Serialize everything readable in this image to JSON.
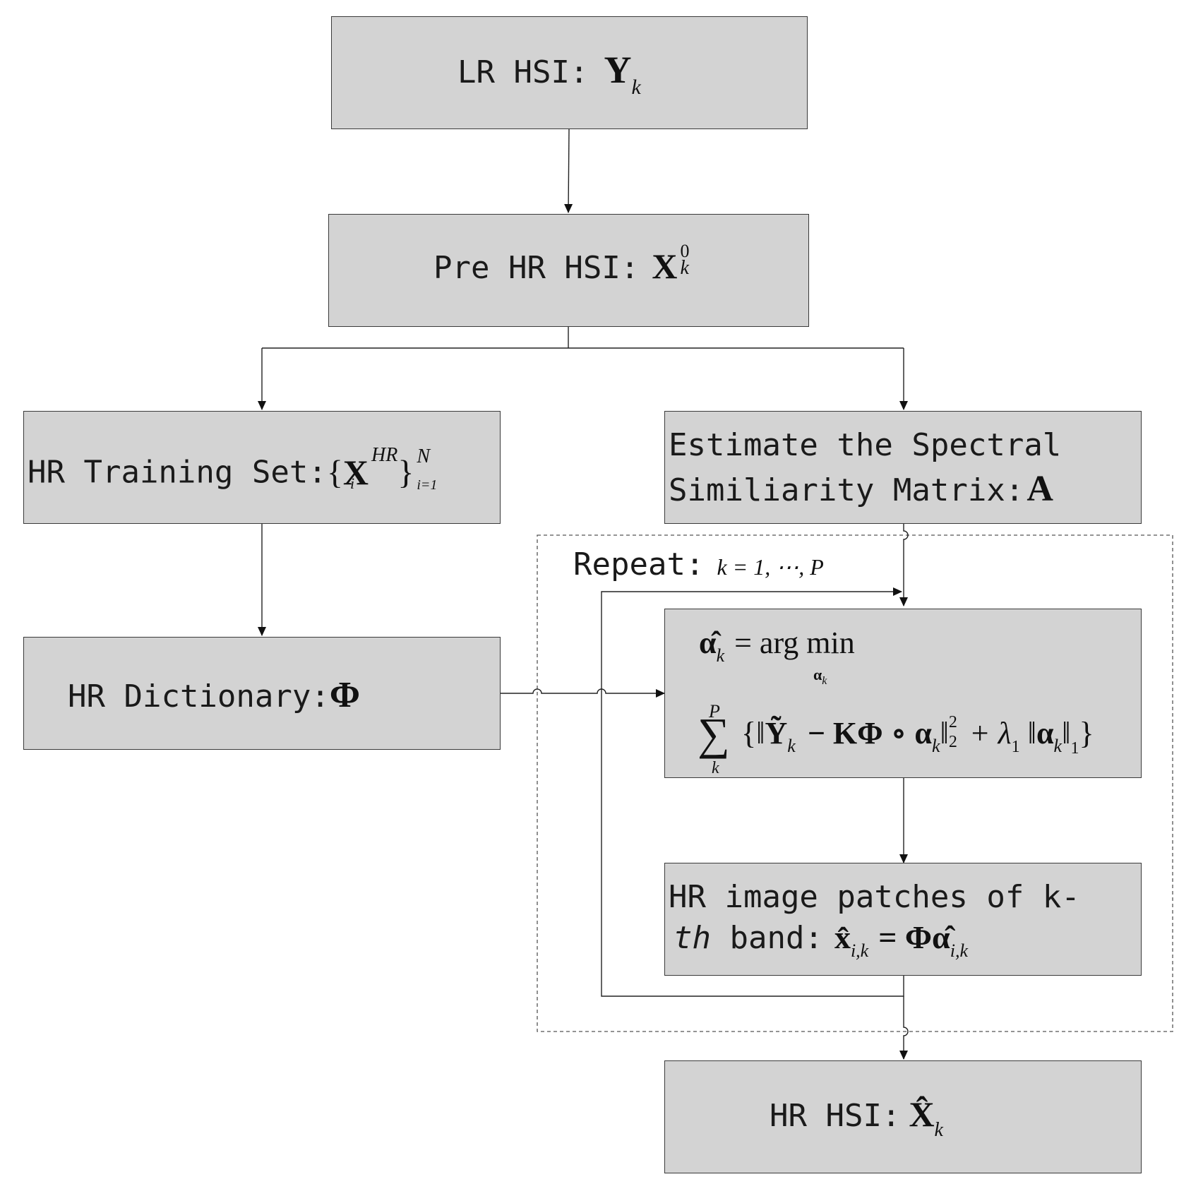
{
  "nodes": {
    "lr_hsi": {
      "label": "LR HSI:",
      "symbol": "Y",
      "sub": "k"
    },
    "pre_hr_hsi": {
      "label": "Pre HR HSI:",
      "symbol": "X",
      "sub": "k",
      "sup": "0"
    },
    "training_set": {
      "label": "HR Training Set:",
      "open": "{",
      "symbol": "X",
      "sup": "HR",
      "sub": "i",
      "close": "}",
      "outer_sup": "N",
      "outer_sub": "i=1"
    },
    "spectral": {
      "line1": "Estimate the Spectral",
      "line2": "Similiarity Matrix:",
      "symbol": "A"
    },
    "dictionary": {
      "label": "HR Dictionary:",
      "symbol": "Φ"
    },
    "optimization": {
      "line1_lhs": "α̂",
      "line1_lhs_sub": "k",
      "line1_eq": "= arg min",
      "line1_under": "α",
      "line1_under_sub": "k",
      "sum_top": "P",
      "sum_bottom": "k",
      "sum_sign": "∑",
      "term_open": "{‖",
      "Y": "Ỹ",
      "Y_sub": "k",
      "minus": "− KΦ ∘ ",
      "alpha": "α",
      "alpha_sub": "k",
      "norm_close": "‖",
      "norm_sup": "2",
      "norm_sub": "2",
      "plus": "+ λ",
      "lambda_sub": "1",
      "alpha2": "α",
      "alpha2_sub": "k",
      "l1_sub": "1",
      "term_close": "}"
    },
    "patches": {
      "line1": "HR image patches of k-",
      "line2_ital": "th",
      "line2": " band:",
      "lhs": "x̂",
      "lhs_sub": "i,k",
      "eq": "= Φα̂",
      "rhs_sub": "i,k"
    },
    "hr_hsi": {
      "label": "HR HSI:",
      "symbol": "X̂",
      "sub": "k"
    }
  },
  "loop": {
    "label": "Repeat:",
    "expr": "k = 1, ⋯, P"
  }
}
